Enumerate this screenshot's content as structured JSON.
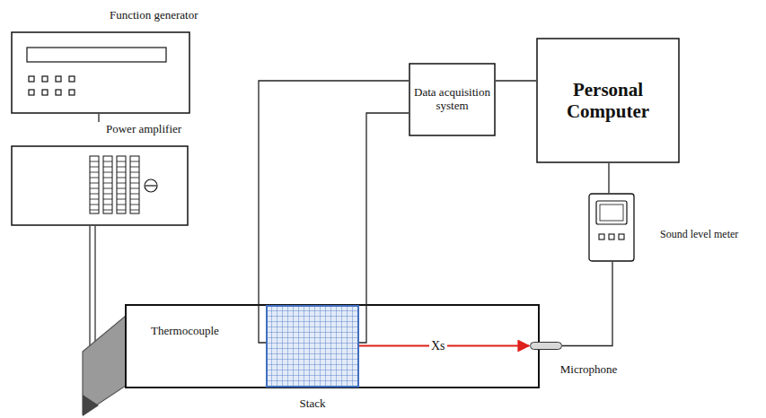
{
  "diagram": {
    "nodes": [
      {
        "text": [
          "Function generator"
        ]
      },
      {
        "text": [
          "Power amplifier"
        ]
      },
      {
        "text": [
          "Data acquisition system"
        ]
      },
      {
        "text": [
          "Personal Computer"
        ]
      },
      {
        "text": [
          "Sound level meter"
        ]
      },
      {
        "text": [
          "Stack"
        ]
      },
      {
        "text": [
          "Microphone"
        ]
      }
    ],
    "edges": [
      {
        "from": 0,
        "to": 1,
        "arrow": "none"
      },
      {
        "from": 5,
        "to": 2,
        "arrow": "none"
      },
      {
        "from": 5,
        "to": 2,
        "arrow": "none"
      },
      {
        "from": 2,
        "to": 3,
        "arrow": "none"
      },
      {
        "from": 3,
        "to": 4,
        "arrow": "none"
      },
      {
        "from": 4,
        "to": 6,
        "arrow": "none"
      },
      {
        "from": 5,
        "to": 6,
        "label": "Xs",
        "arrow": "both"
      }
    ],
    "labels": [
      "Thermocouple"
    ]
  }
}
